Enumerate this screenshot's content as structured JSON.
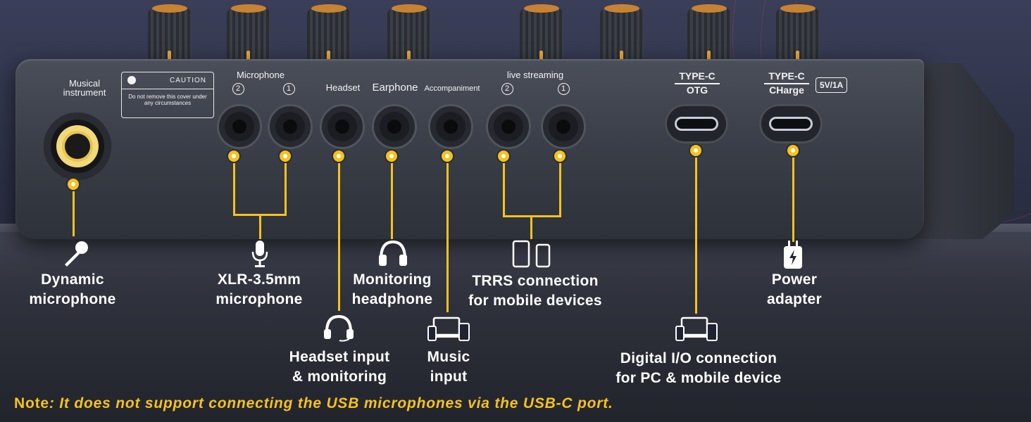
{
  "panel": {
    "musical_instrument": "Musical instrument",
    "caution_title": "CAUTION",
    "caution_text": "Do not remove this cover under any circumstances",
    "microphone": "Microphone",
    "mic_2": "2",
    "mic_1": "1",
    "headset": "Headset",
    "earphone": "Earphone",
    "accompaniment": "Accompaniment",
    "live_streaming": "live streaming",
    "live_2": "2",
    "live_1": "1",
    "typec_otg_top": "TYPE-C",
    "typec_otg_bottom": "OTG",
    "typec_charge_top": "TYPE-C",
    "typec_charge_bottom": "CHarge",
    "rating": "5V/1A"
  },
  "callouts": {
    "dynamic_mic": [
      "Dynamic",
      "microphone"
    ],
    "xlr": [
      "XLR-3.5mm",
      "microphone"
    ],
    "headset_input": [
      "Headset input",
      "& monitoring"
    ],
    "monitoring": [
      "Monitoring",
      "headphone"
    ],
    "music": [
      "Music",
      "input"
    ],
    "trrs": [
      "TRRS connection",
      "for mobile devices"
    ],
    "digital_io": [
      "Digital I/O connection",
      "for PC & mobile device"
    ],
    "power": [
      "Power",
      "adapter"
    ]
  },
  "note": {
    "lead": "Note",
    "rest": ": It does not support connecting the USB microphones via the USB-C port."
  },
  "colors": {
    "accent": "#f6c21c",
    "text": "#ffffff"
  },
  "icons": [
    "microphone-icon",
    "mic-capsule-icon",
    "headset-icon",
    "headphone-icon",
    "devices-icon",
    "phones-icon",
    "charger-icon"
  ]
}
